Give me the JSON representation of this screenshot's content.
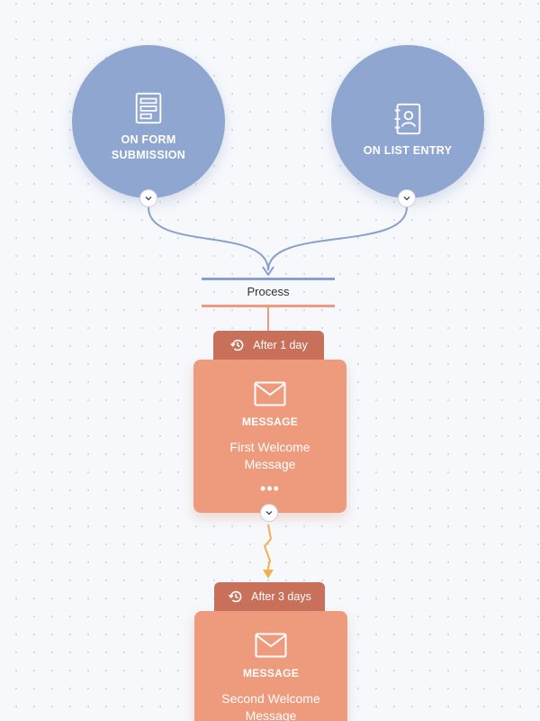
{
  "triggers": [
    {
      "label": "ON FORM\nSUBMISSION",
      "icon": "form-icon"
    },
    {
      "label": "ON LIST ENTRY",
      "icon": "contact-list-icon"
    }
  ],
  "process": {
    "label": "Process"
  },
  "steps": [
    {
      "delay": "After 1 day",
      "type": "MESSAGE",
      "name": "First Welcome\nMessage",
      "more": "•••"
    },
    {
      "delay": "After 3 days",
      "type": "MESSAGE",
      "name": "Second Welcome\nMessage"
    }
  ],
  "colors": {
    "trigger": "#8fa6d0",
    "process_top": "#8aa0cc",
    "process_bottom": "#ee9a80",
    "delay_tab": "#c9705a",
    "message_card": "#ee9a7d",
    "lightning_connector": "#f0b050"
  }
}
